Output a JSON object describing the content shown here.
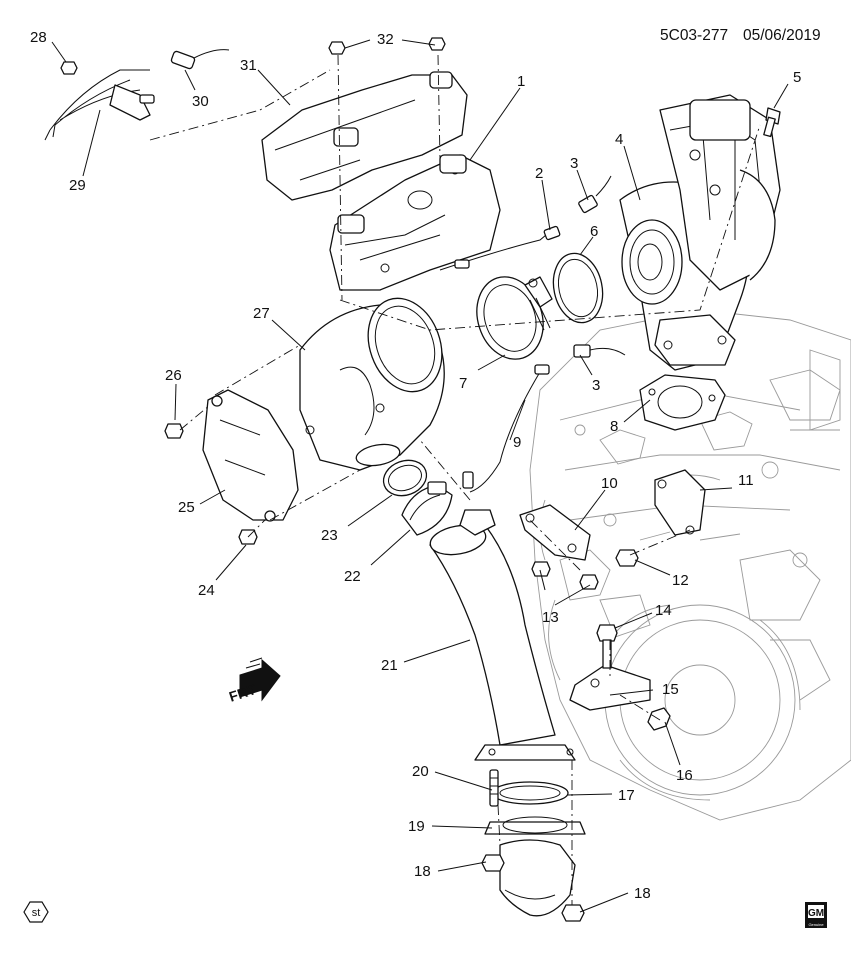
{
  "header": {
    "doc_code": "5C03-277",
    "doc_date": "05/06/2019"
  },
  "orientation": {
    "label": "FRT"
  },
  "footer": {
    "st_mark": "st",
    "brand_top": "GM",
    "brand_bottom": "Genuine"
  },
  "callouts": {
    "c1": "1",
    "c2": "2",
    "c3a": "3",
    "c3b": "3",
    "c4": "4",
    "c5": "5",
    "c6": "6",
    "c7": "7",
    "c8": "8",
    "c9": "9",
    "c10": "10",
    "c11": "11",
    "c12": "12",
    "c13": "13",
    "c14": "14",
    "c15": "15",
    "c16": "16",
    "c17": "17",
    "c18a": "18",
    "c18b": "18",
    "c19": "19",
    "c20": "20",
    "c21": "21",
    "c22": "22",
    "c23": "23",
    "c24": "24",
    "c25": "25",
    "c26": "26",
    "c27": "27",
    "c28": "28",
    "c29": "29",
    "c30": "30",
    "c31": "31",
    "c32": "32"
  },
  "colors": {
    "ink": "#111111",
    "engine_lines": "#9a9a9a",
    "background": "#ffffff"
  }
}
